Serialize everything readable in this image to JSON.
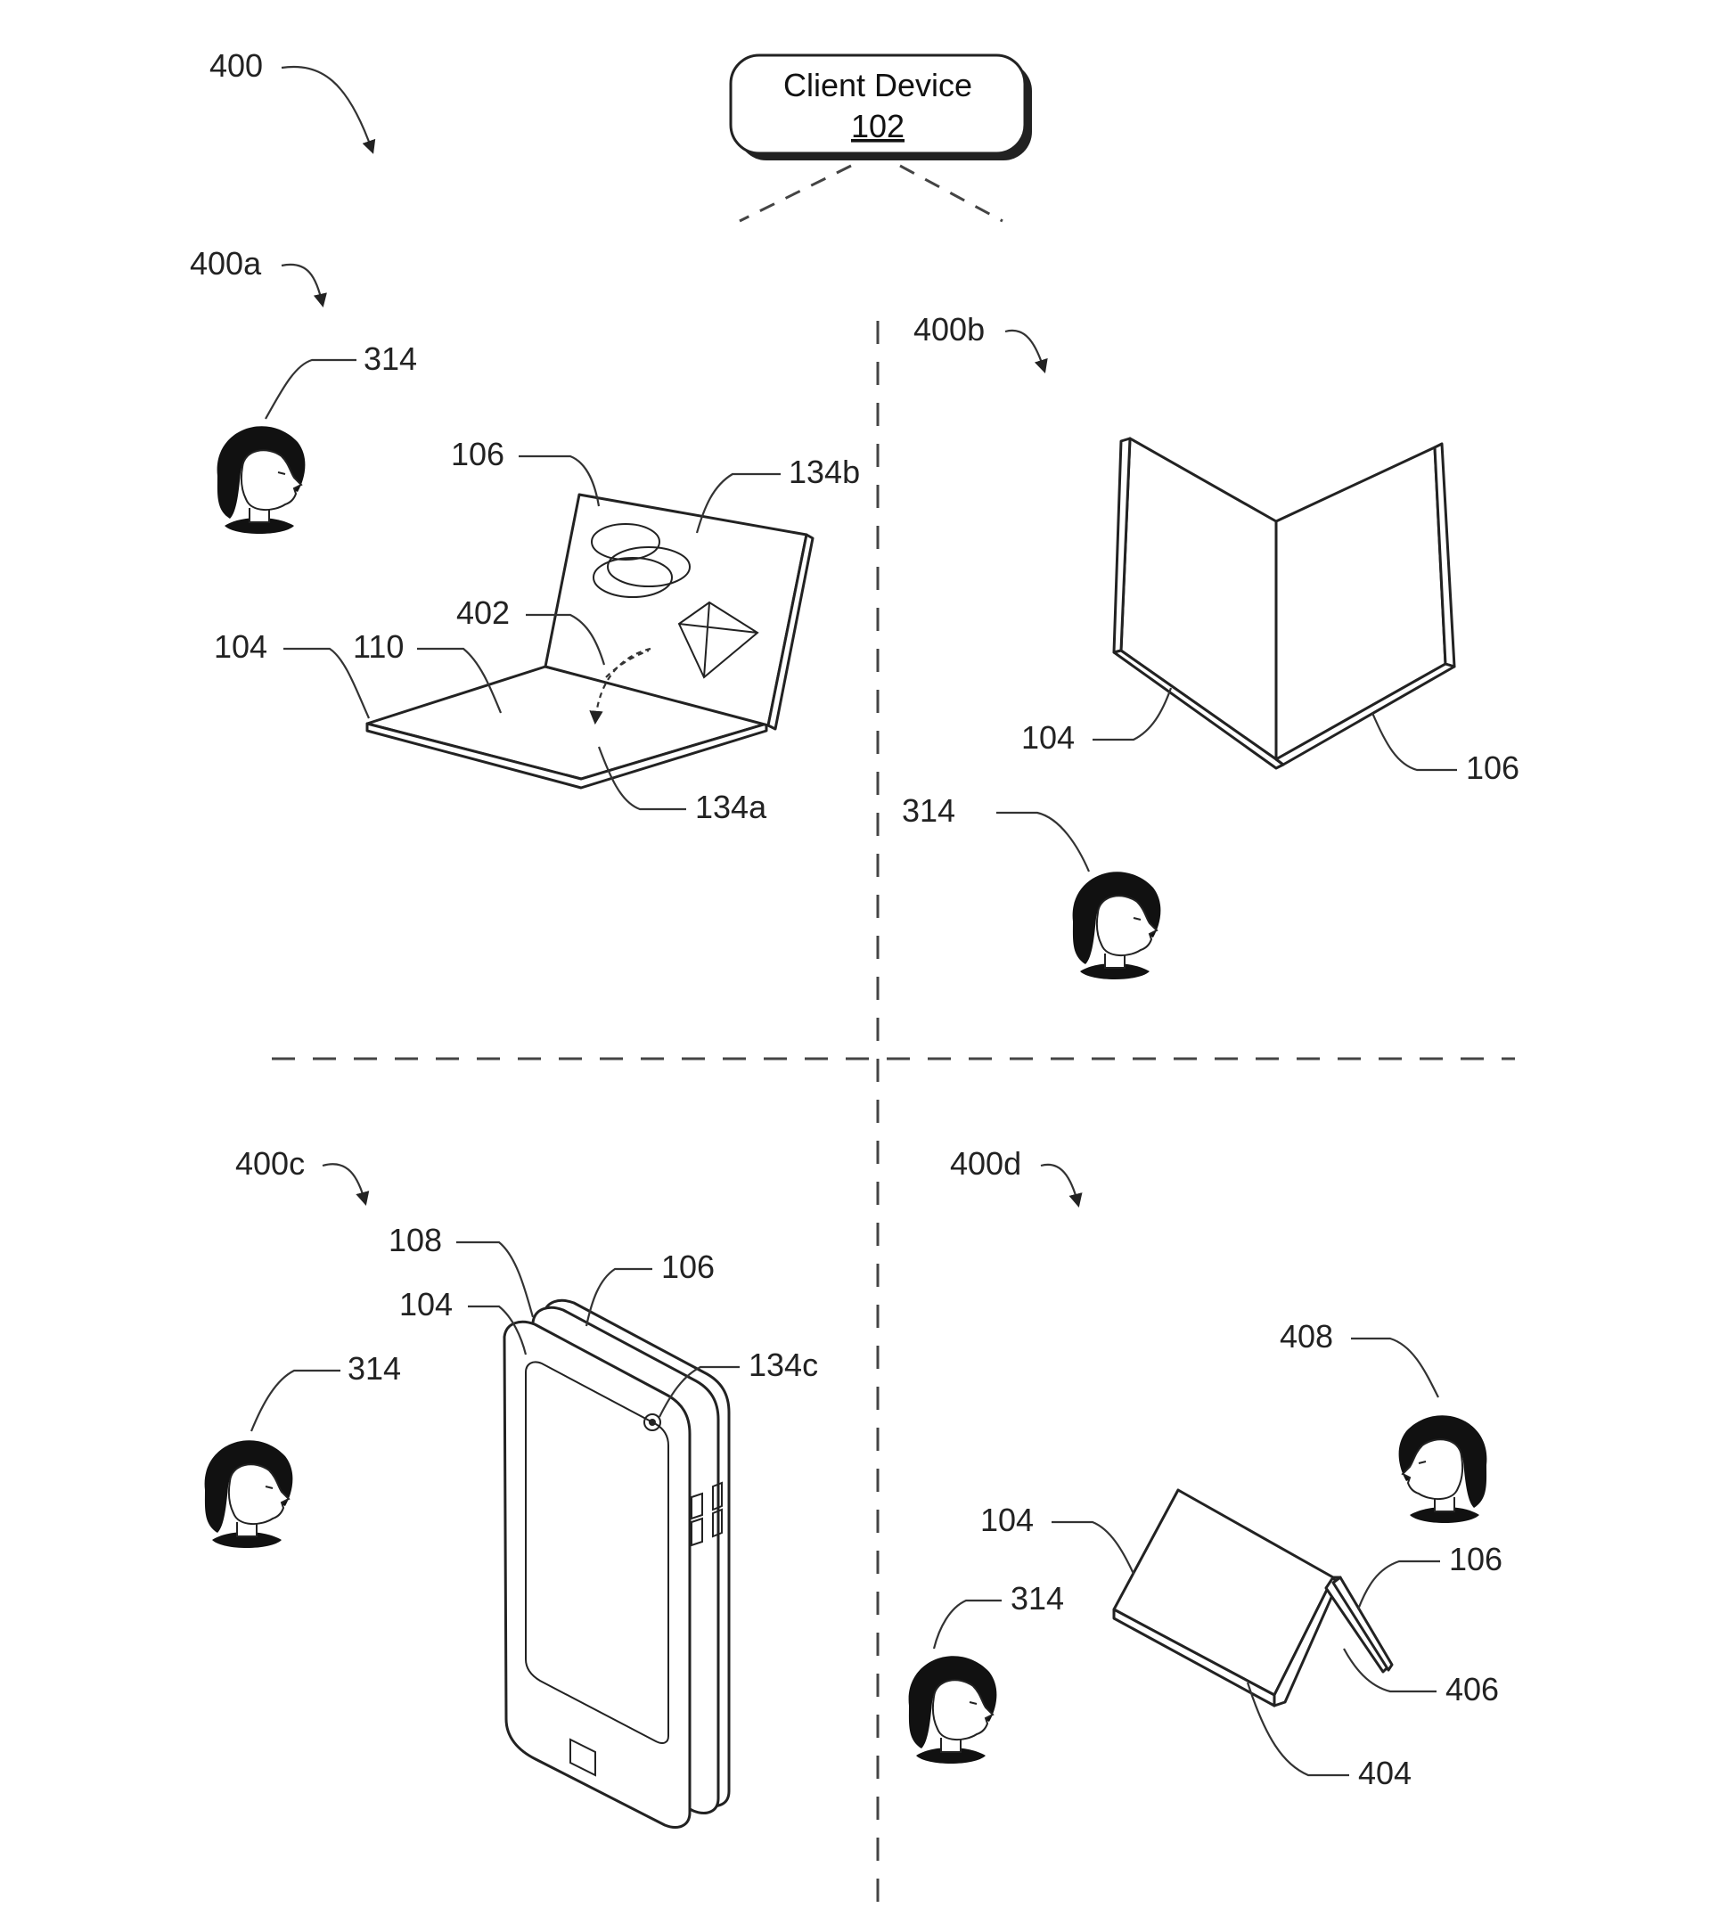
{
  "client_device": {
    "title": "Client Device",
    "ref": "102"
  },
  "labels": {
    "fig": "400",
    "a": "400a",
    "b": "400b",
    "c": "400c",
    "d": "400d"
  },
  "panel_a": {
    "user": "314",
    "display_top": "106",
    "display_bottom": "104",
    "hinge_area": "110",
    "motion": "402",
    "sensor_top": "134b",
    "sensor_bottom": "134a"
  },
  "panel_b": {
    "user": "314",
    "left": "104",
    "right": "106"
  },
  "panel_c": {
    "user": "314",
    "hinge": "108",
    "front": "104",
    "back": "106",
    "camera": "134c"
  },
  "panel_d": {
    "user": "314",
    "other_user": "408",
    "left": "104",
    "right": "106",
    "base": "404",
    "edge": "406"
  }
}
